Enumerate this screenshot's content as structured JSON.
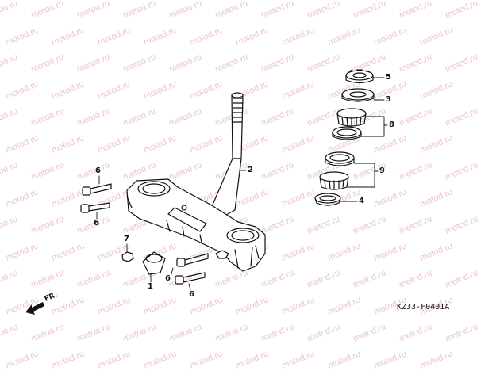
{
  "watermark": "motod.ru",
  "diagram_code": "KZ33-F0401A",
  "direction_label": "FR.",
  "callouts": {
    "c1": "1",
    "c2": "2",
    "c3": "3",
    "c4": "4",
    "c5": "5",
    "c6a": "6",
    "c6b": "6",
    "c6c": "6",
    "c6d": "6",
    "c7": "7",
    "c8": "8",
    "c9": "9"
  }
}
